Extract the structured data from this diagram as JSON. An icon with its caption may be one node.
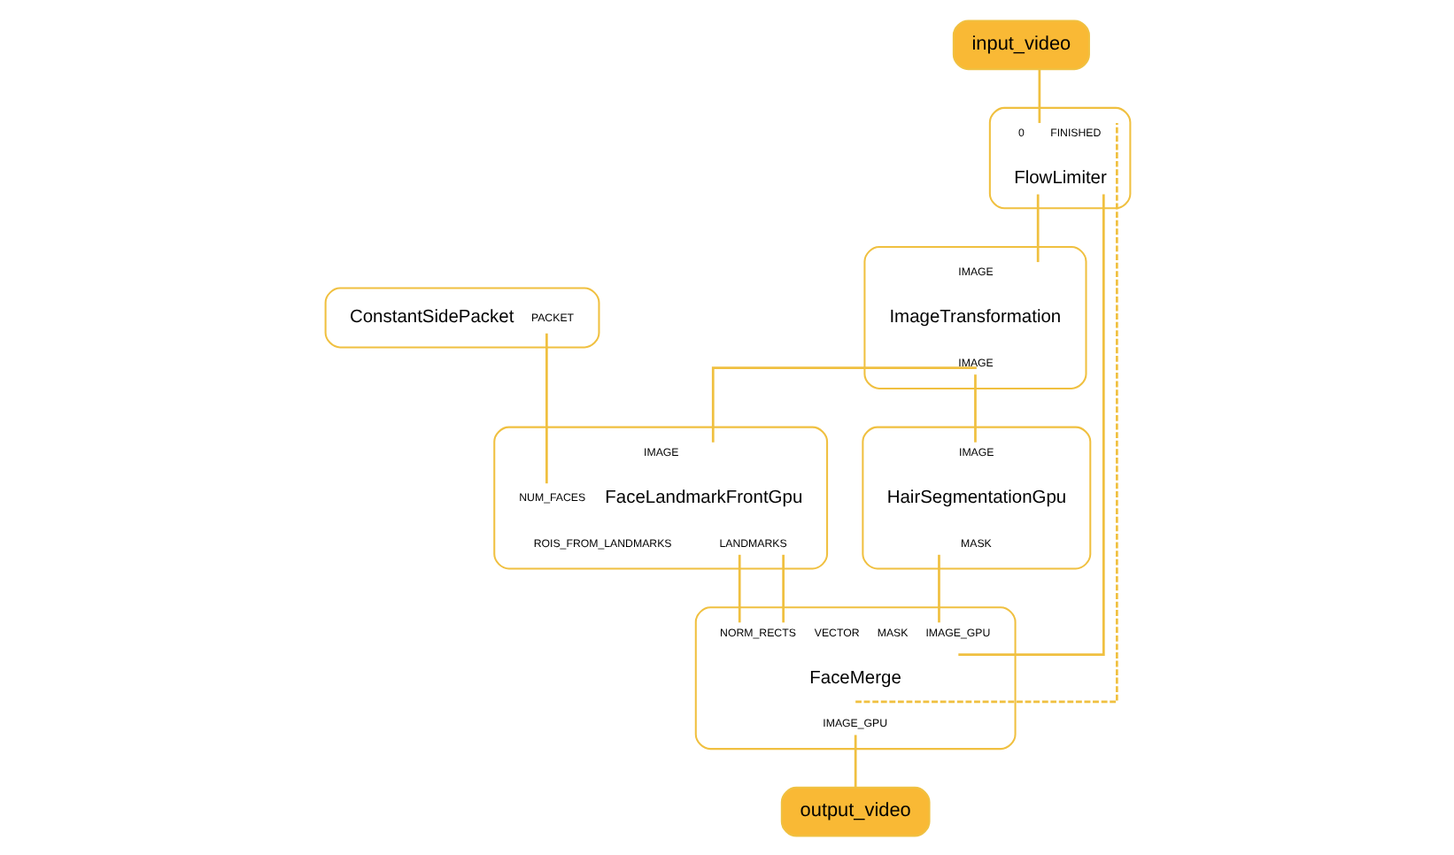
{
  "diagram": {
    "nodes": [
      {
        "text": [
          "input_video"
        ]
      },
      {
        "text": [
          "0",
          "FINISHED",
          "FlowLimiter"
        ]
      },
      {
        "text": [
          "ConstantSidePacket",
          "PACKET"
        ]
      },
      {
        "text": [
          "IMAGE",
          "ImageTransformation",
          "IMAGE"
        ]
      },
      {
        "text": [
          "IMAGE",
          "NUM_FACES",
          "FaceLandmarkFrontGpu",
          "ROIS_FROM_LANDMARKS",
          "LANDMARKS"
        ]
      },
      {
        "text": [
          "IMAGE",
          "HairSegmentationGpu",
          "MASK"
        ]
      },
      {
        "text": [
          "NORM_RECTS",
          "VECTOR",
          "MASK",
          "IMAGE_GPU",
          "FaceMerge",
          "IMAGE_GPU"
        ]
      },
      {
        "text": [
          "output_video"
        ]
      }
    ],
    "edges": [
      {
        "from": 0,
        "to": 1,
        "arrow": "none"
      },
      {
        "from": 1,
        "to": 3,
        "arrow": "none"
      },
      {
        "from": 1,
        "to": 6,
        "arrow": "none"
      },
      {
        "from": 6,
        "to": 1,
        "arrow": "none",
        "style": "dashed"
      },
      {
        "from": 2,
        "to": 4,
        "arrow": "none"
      },
      {
        "from": 3,
        "to": 4,
        "arrow": "none"
      },
      {
        "from": 3,
        "to": 5,
        "arrow": "none"
      },
      {
        "from": 4,
        "to": 6,
        "arrow": "none"
      },
      {
        "from": 4,
        "to": 6,
        "arrow": "none"
      },
      {
        "from": 5,
        "to": 6,
        "arrow": "none"
      },
      {
        "from": 6,
        "to": 7,
        "arrow": "none"
      }
    ]
  }
}
